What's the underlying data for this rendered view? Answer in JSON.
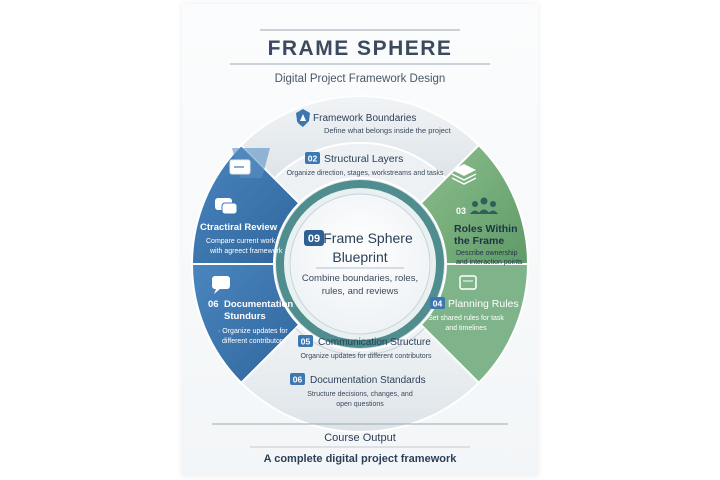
{
  "title": "FRAME SPHERE",
  "subtitle": "Digital Project Framework Design",
  "center": {
    "number": "09",
    "title_line1": "Frame Sphere",
    "title_line2": "Blueprint",
    "desc_line1": "Combine boundaries, roles,",
    "desc_line2": "rules, and reviews"
  },
  "segments": {
    "boundaries": {
      "title": "Framework Boundaries",
      "desc": "Define what belongs inside the project"
    },
    "layers": {
      "number": "02",
      "title": "Structural Layers",
      "desc": "Organize direction, stages, workstreams and tasks"
    },
    "roles": {
      "number": "03",
      "title_line1": "Roles Within",
      "title_line2": "the Frame",
      "desc_line1": "Describe ownership",
      "desc_line2": "and interaction points"
    },
    "planning": {
      "number": "04",
      "title": "Planning Rules",
      "desc_line1": "Set shared rules for task",
      "desc_line2": "and timelines"
    },
    "communication": {
      "number": "05",
      "title": "Communication Structure",
      "desc": "Organize updates for different contributors"
    },
    "documentation_bottom": {
      "number": "06",
      "title": "Documentation Standards",
      "desc_line1": "Structure decisions, changes, and",
      "desc_line2": "open questions"
    },
    "review": {
      "title": "Ctractiral Review",
      "desc_line1": "Compare current work",
      "desc_line2": "with agreect framework"
    },
    "documentation_left": {
      "number": "06",
      "title_line1": "Documentation",
      "title_line2": "Stundurs",
      "desc_line1": "· Organize updates for",
      "desc_line2": "different contributors."
    }
  },
  "footer": {
    "title": "Course Output",
    "subtitle": "A complete digital project framework"
  },
  "colors": {
    "navy": "#2b3f58",
    "blue": "#3d77b0",
    "green": "#76a878",
    "light_gray": "#e6ecf0",
    "teal": "#4f8d8e"
  }
}
